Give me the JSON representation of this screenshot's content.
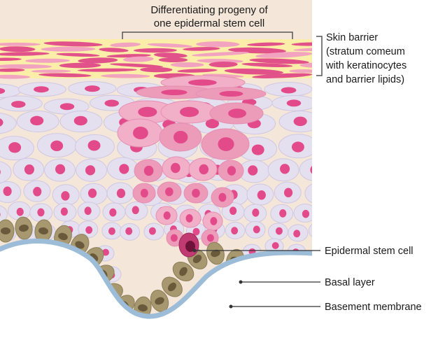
{
  "labels": {
    "top_line1": "Differentiating progeny of",
    "top_line2": "one epidermal stem cell",
    "barrier_line1": "Skin barrier",
    "barrier_line2": "(stratum comeum",
    "barrier_line3": "with keratinocytes",
    "barrier_line4": "and barrier lipids)",
    "stem_cell": "Epidermal stem cell",
    "basal_layer": "Basal layer",
    "basement_membrane": "Basement membrane"
  },
  "colors": {
    "background": "#f4e6d8",
    "barrier_yellow": "#fbeea8",
    "squame_pink": "#e2528a",
    "squame_light": "#f2a3c0",
    "cell_lavender": "#e4e0f0",
    "cell_outline": "#cfc8e2",
    "progeny_pink": "#f2b0c8",
    "progeny_dark": "#ec9bb8",
    "nucleus": "#e24a8a",
    "stem_nucleus": "#8a1846",
    "basal_cell": "#a89870",
    "basal_nucleus": "#6a5a3c",
    "membrane": "#9dbcd8",
    "leader_line": "#333333"
  }
}
